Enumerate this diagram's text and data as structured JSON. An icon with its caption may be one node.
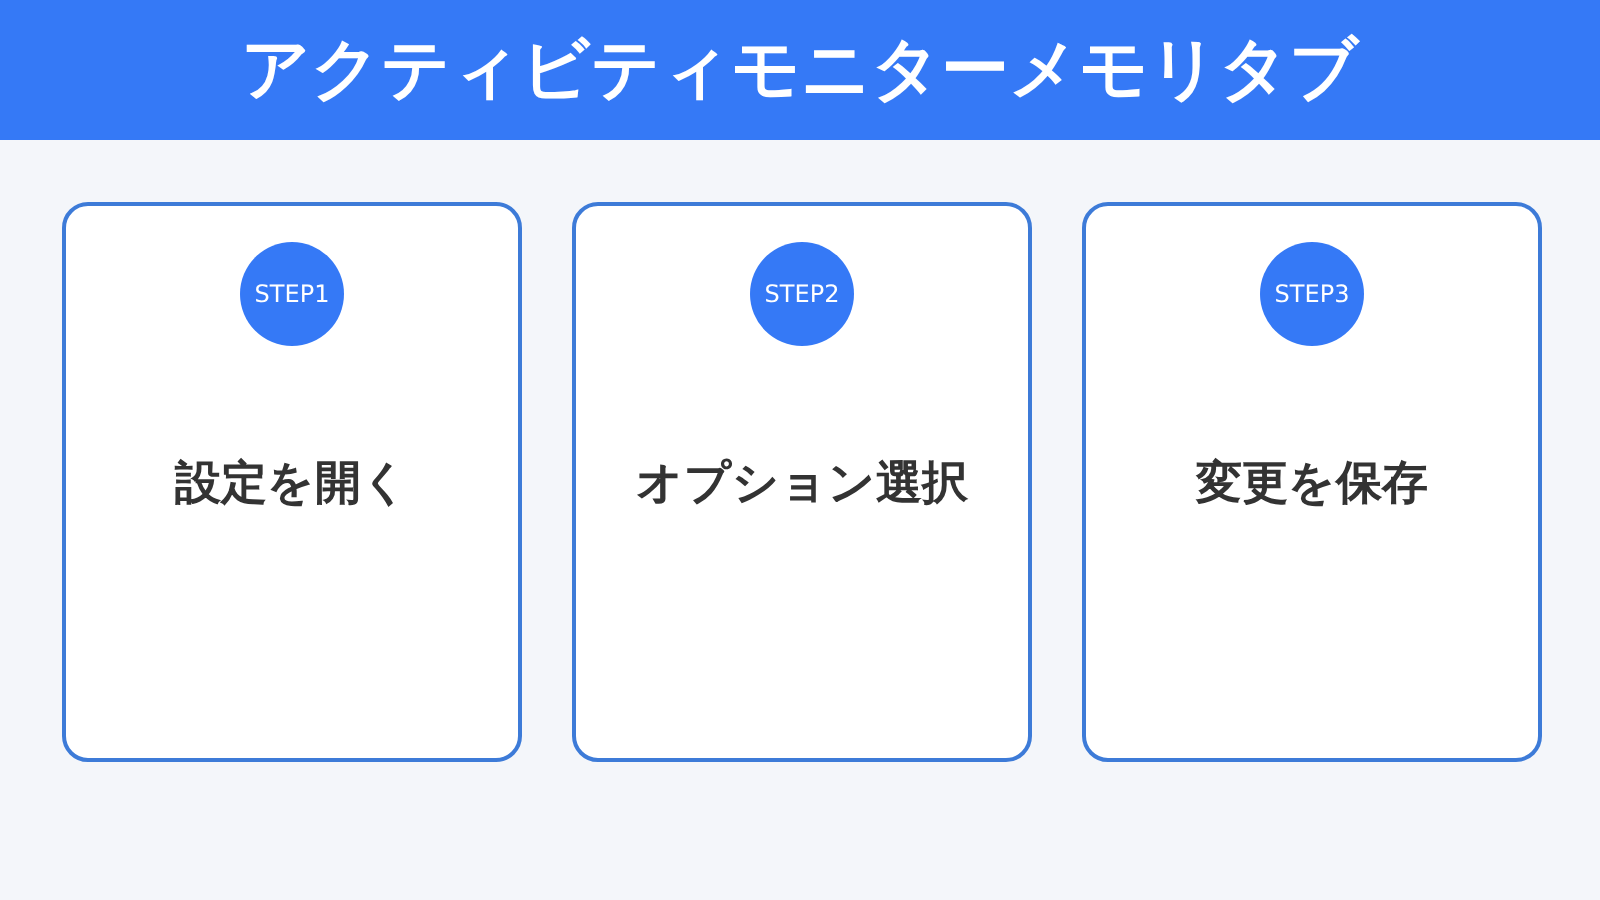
{
  "diagram": {
    "title": "アクティビティモニターメモリタブ",
    "nodes": [
      {
        "text": [
          "設定を開く"
        ]
      },
      {
        "text": [
          "STEP1"
        ],
        "in": 0
      },
      {
        "text": [
          "オプション選択"
        ]
      },
      {
        "text": [
          "STEP2"
        ],
        "in": 2
      },
      {
        "text": [
          "変更を保存"
        ]
      },
      {
        "text": [
          "STEP3"
        ],
        "in": 4
      }
    ]
  }
}
